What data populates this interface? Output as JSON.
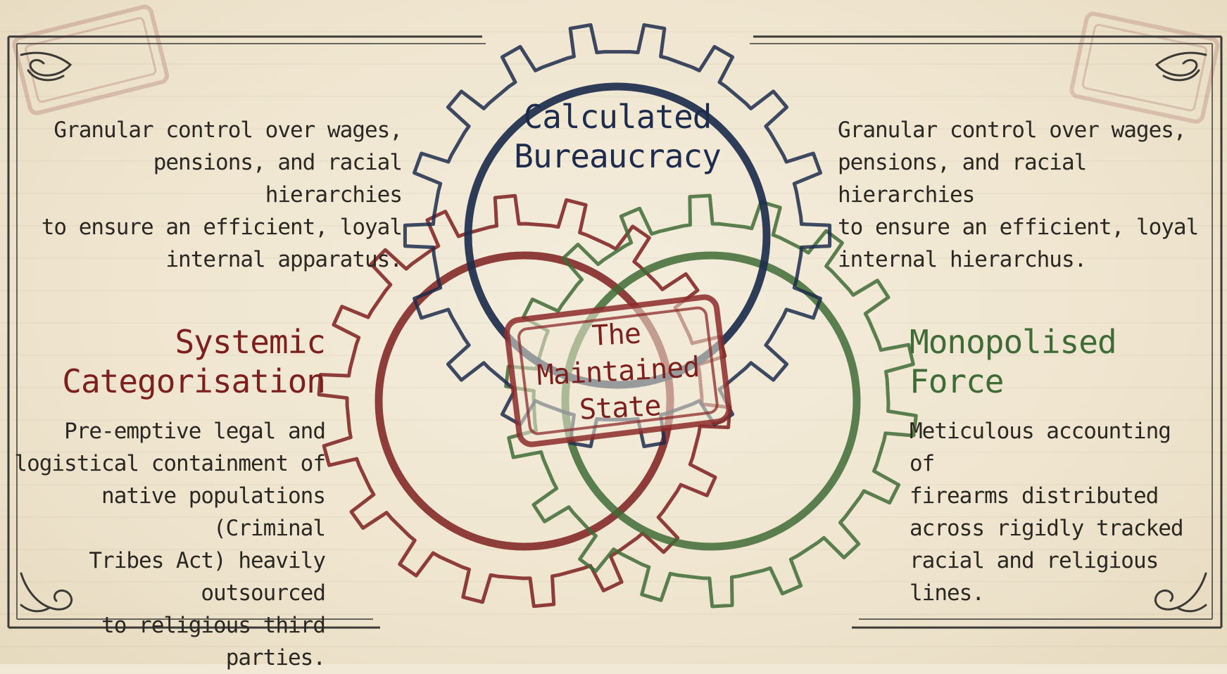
{
  "center": {
    "title": "Calculated\nBureaucracy"
  },
  "core": {
    "label": "The\nMaintained\nState"
  },
  "top_left_text": "Granular control over wages,\npensions, and racial hierarchies\nto ensure an efficient, loyal\ninternal apparatus.",
  "top_right_text": "Granular control over wages,\npensions, and racial hierarchies\nto ensure an efficient, loyal\ninternal hierarchus.",
  "left_section": {
    "title": "Systemic\nCategorisation",
    "body": "Pre-emptive legal and\nlogistical containment of\nnative populations (Criminal\nTribes Act) heavily outsourced\nto religious third parties."
  },
  "right_section": {
    "title": "Monopolised\nForce",
    "body": "Meticulous accounting of\nfirearms distributed\nacross rigidly tracked\nracial and religious\nlines."
  },
  "colors": {
    "navy": "#1d2c4c",
    "red": "#7c1f1f",
    "green": "#3f6b36",
    "paper": "#f1e9d6"
  },
  "icons": [
    "corner-flourish-icon",
    "rubber-stamp-icon",
    "gear-icon"
  ]
}
